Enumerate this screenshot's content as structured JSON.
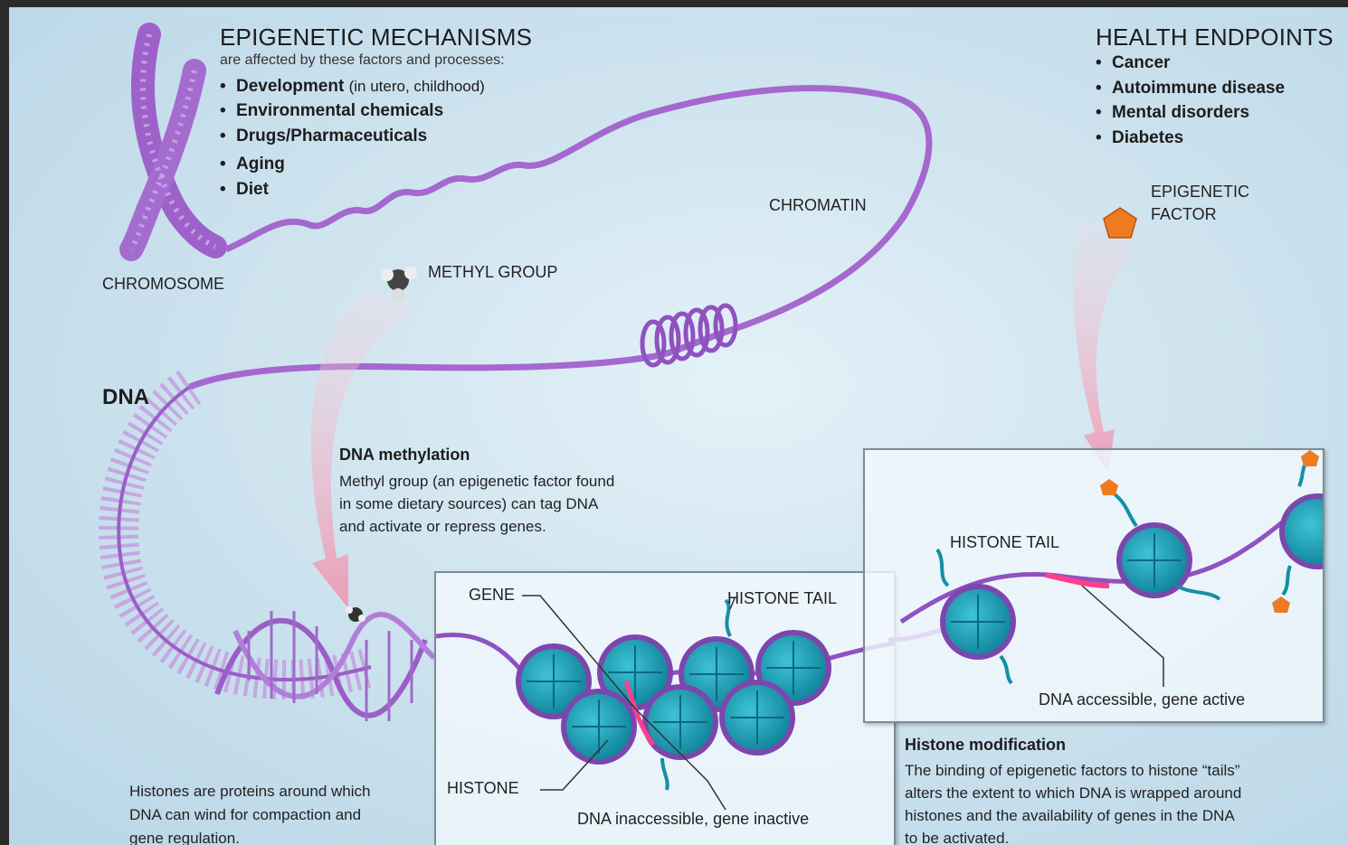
{
  "mechanisms": {
    "title": "EPIGENETIC MECHANISMS",
    "subtitle": "are affected by these factors and processes:",
    "items": [
      {
        "bold": "Development",
        "note": "(in utero, childhood)"
      },
      {
        "bold": "Environmental chemicals",
        "note": ""
      },
      {
        "bold": "Drugs/Pharmaceuticals",
        "note": ""
      },
      {
        "bold": "Aging",
        "note": ""
      },
      {
        "bold": "Diet",
        "note": ""
      }
    ]
  },
  "endpoints": {
    "title": "HEALTH ENDPOINTS",
    "items": [
      "Cancer",
      "Autoimmune disease",
      "Mental disorders",
      "Diabetes"
    ]
  },
  "labels": {
    "chromosome": "CHROMOSOME",
    "chromatin": "CHROMATIN",
    "methyl_group": "METHYL GROUP",
    "epigenetic_factor_1": "EPIGENETIC",
    "epigenetic_factor_2": "FACTOR",
    "dna": "DNA",
    "gene": "GENE",
    "histone_tail_left": "HISTONE TAIL",
    "histone_tail_right": "HISTONE TAIL",
    "histone": "HISTONE",
    "dna_inaccessible": "DNA inaccessible, gene inactive",
    "dna_accessible": "DNA accessible, gene active"
  },
  "methylation": {
    "title": "DNA methylation",
    "lines": [
      "Methyl group (an epigenetic factor found",
      "in some dietary sources) can tag DNA",
      "and activate or repress genes."
    ]
  },
  "histones_note": {
    "lines": [
      "Histones are proteins around which",
      "DNA can wind for compaction and",
      "gene regulation."
    ]
  },
  "histone_mod": {
    "title": "Histone modification",
    "lines": [
      "The binding of epigenetic factors to histone “tails”",
      "alters the extent to which DNA is wrapped around",
      "histones and the availability of genes in the DNA",
      "to be activated."
    ]
  },
  "colors": {
    "strand": "#9a5fc6",
    "histone": "#1aa3b8",
    "factor": "#e8782a",
    "arrow": "#f4b8c8"
  }
}
